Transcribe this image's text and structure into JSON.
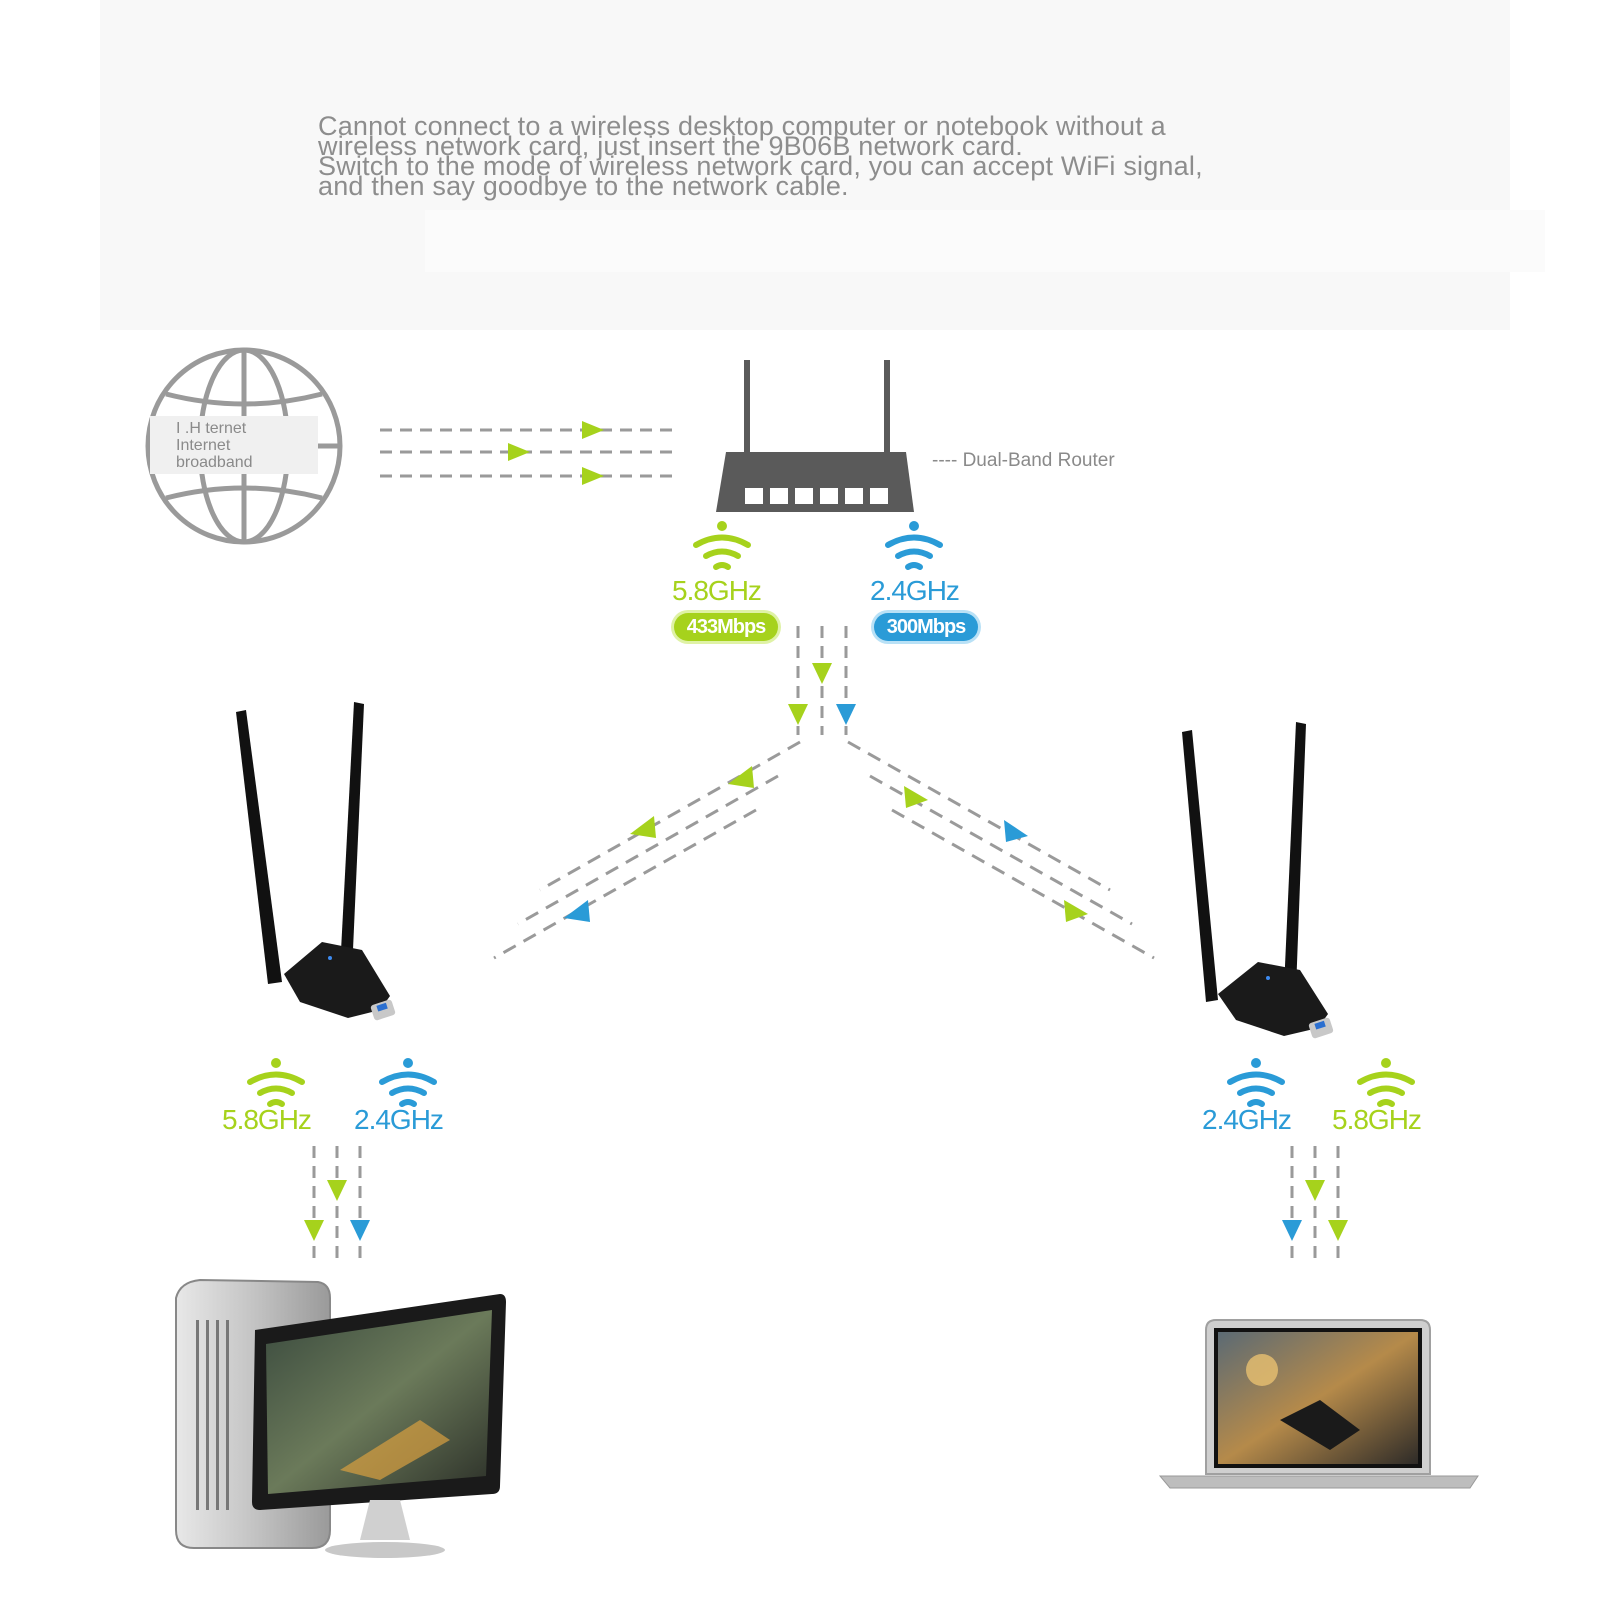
{
  "intro": {
    "line1": "Cannot connect to a wireless desktop computer or notebook without a",
    "line2": "wireless network card, just insert the 9B06B network card.",
    "line3": "Switch to the mode of wireless network card, you can accept WiFi signal,",
    "line4": "and then say goodbye to the network cable."
  },
  "globe": {
    "label_line1": "I .H ternet",
    "label_line2": "Internet",
    "label_line3": "broadband"
  },
  "router": {
    "label": "---- Dual-Band Router",
    "band_a": {
      "freq": "5.8GHz",
      "speed": "433Mbps"
    },
    "band_b": {
      "freq": "2.4GHz",
      "speed": "300Mbps"
    }
  },
  "adapter_left": {
    "band_a": "5.8GHz",
    "band_b": "2.4GHz"
  },
  "adapter_right": {
    "band_a": "2.4GHz",
    "band_b": "5.8GHz"
  },
  "colors": {
    "green": "#a6d21c",
    "blue": "#2a9bd7",
    "gray": "#8d8d8d"
  },
  "icons": [
    "globe-icon",
    "router-icon",
    "wifi-icon",
    "usb-adapter-icon",
    "desktop-computer-icon",
    "laptop-icon"
  ]
}
